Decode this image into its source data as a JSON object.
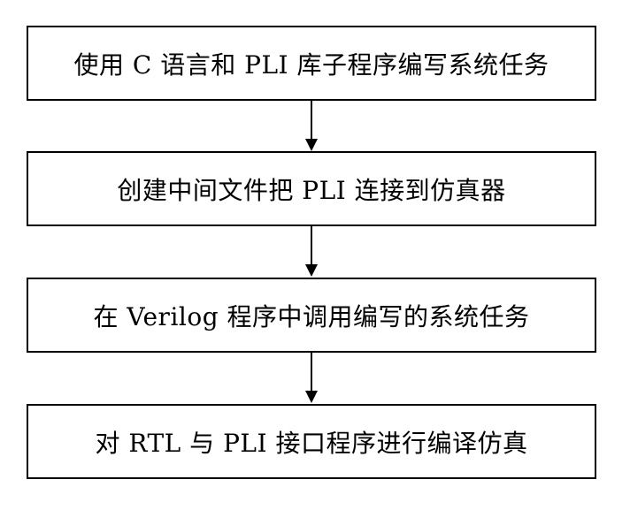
{
  "flowchart": {
    "steps": [
      {
        "label": "使用 C 语言和 PLI 库子程序编写系统任务"
      },
      {
        "label": "创建中间文件把 PLI 连接到仿真器"
      },
      {
        "label": "在 Verilog 程序中调用编写的系统任务"
      },
      {
        "label": "对 RTL 与 PLI 接口程序进行编译仿真"
      }
    ]
  }
}
